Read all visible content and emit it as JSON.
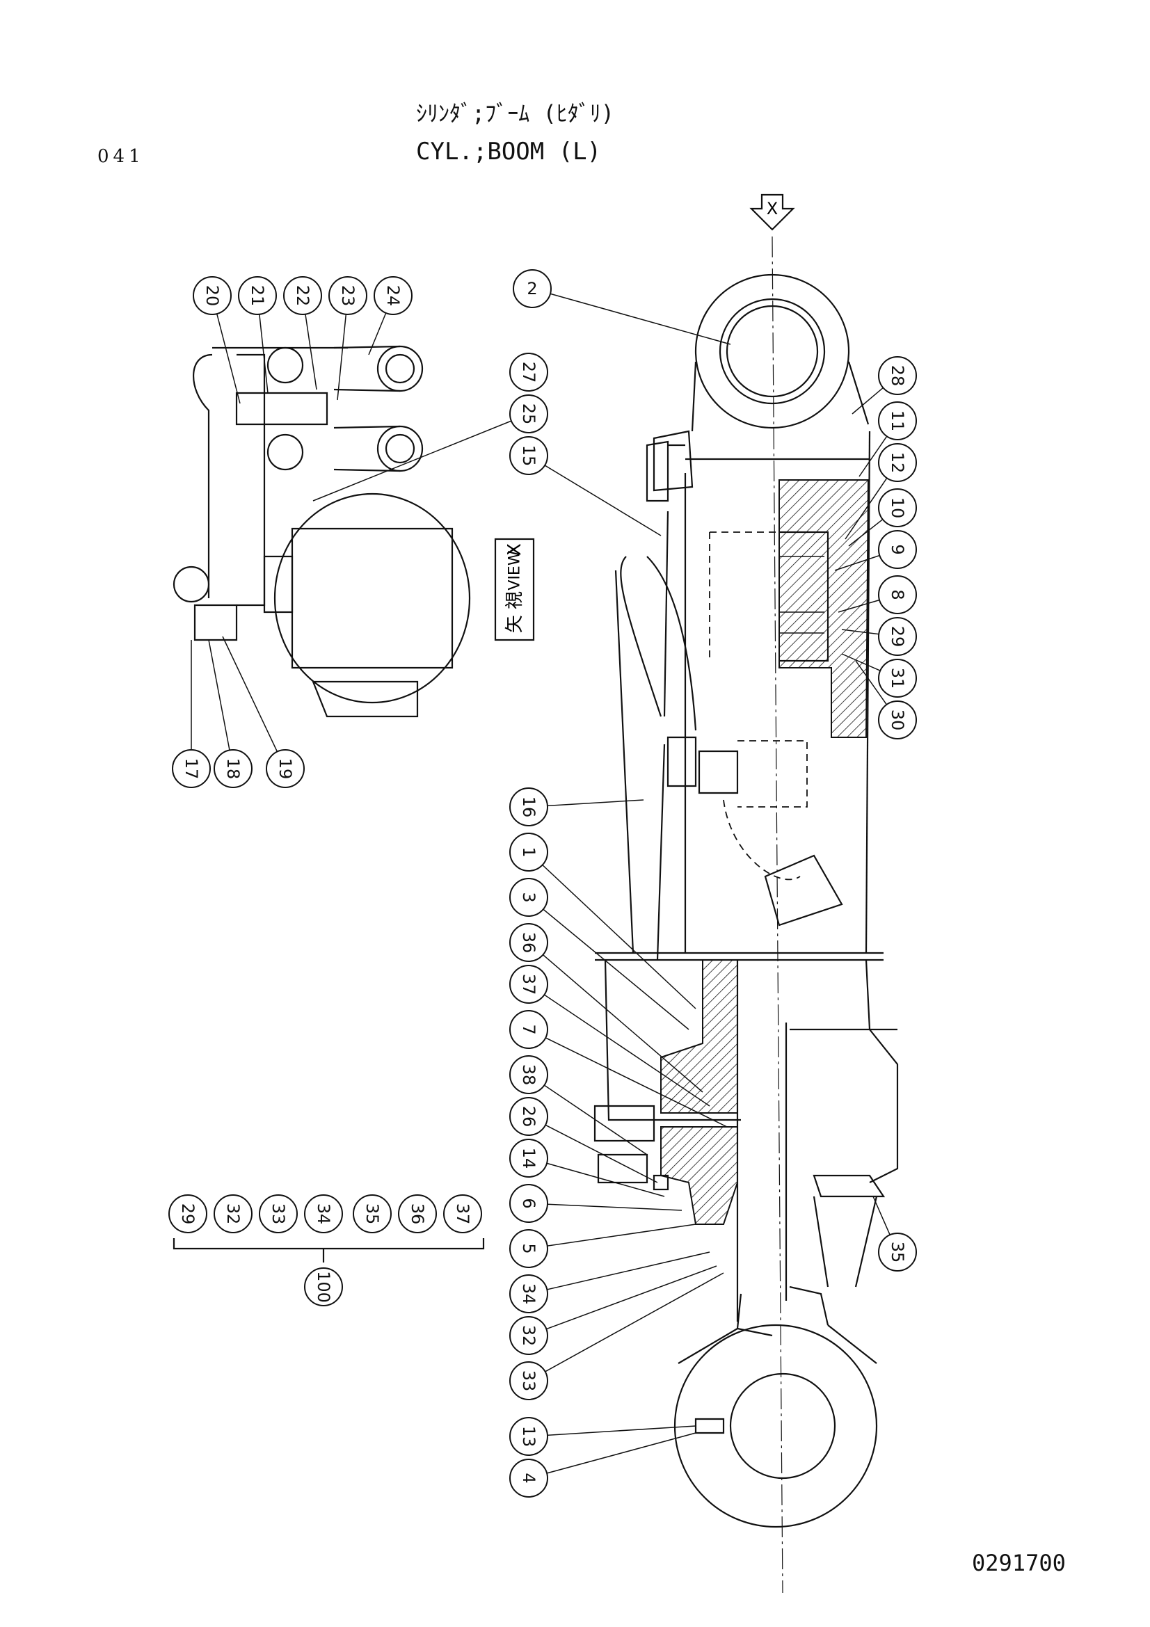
{
  "header": {
    "page_number": "041",
    "title_japanese": "ｼﾘﾝﾀﾞ;ﾌﾞｰﾑ (ﾋﾀﾞﾘ)",
    "title_english": "CYL.;BOOM (L)"
  },
  "view_marker": {
    "arrow_label": "X",
    "view_box_japanese": "矢 視",
    "view_box_english": "VIEW",
    "view_box_letter": "X"
  },
  "callouts": {
    "main_view": [
      "2",
      "28",
      "11",
      "12",
      "10",
      "9",
      "8",
      "29",
      "31",
      "30",
      "15",
      "16",
      "1",
      "3",
      "36",
      "37",
      "7",
      "38",
      "26",
      "14",
      "6",
      "5",
      "34",
      "32",
      "33",
      "35",
      "13",
      "4",
      "28"
    ],
    "view_x": [
      "20",
      "21",
      "22",
      "23",
      "24",
      "27",
      "25",
      "17",
      "18",
      "19"
    ],
    "kit_members": [
      "29",
      "32",
      "33",
      "34",
      "35",
      "36",
      "37"
    ],
    "kit_number": "100"
  },
  "footer": {
    "drawing_number": "0291700"
  }
}
